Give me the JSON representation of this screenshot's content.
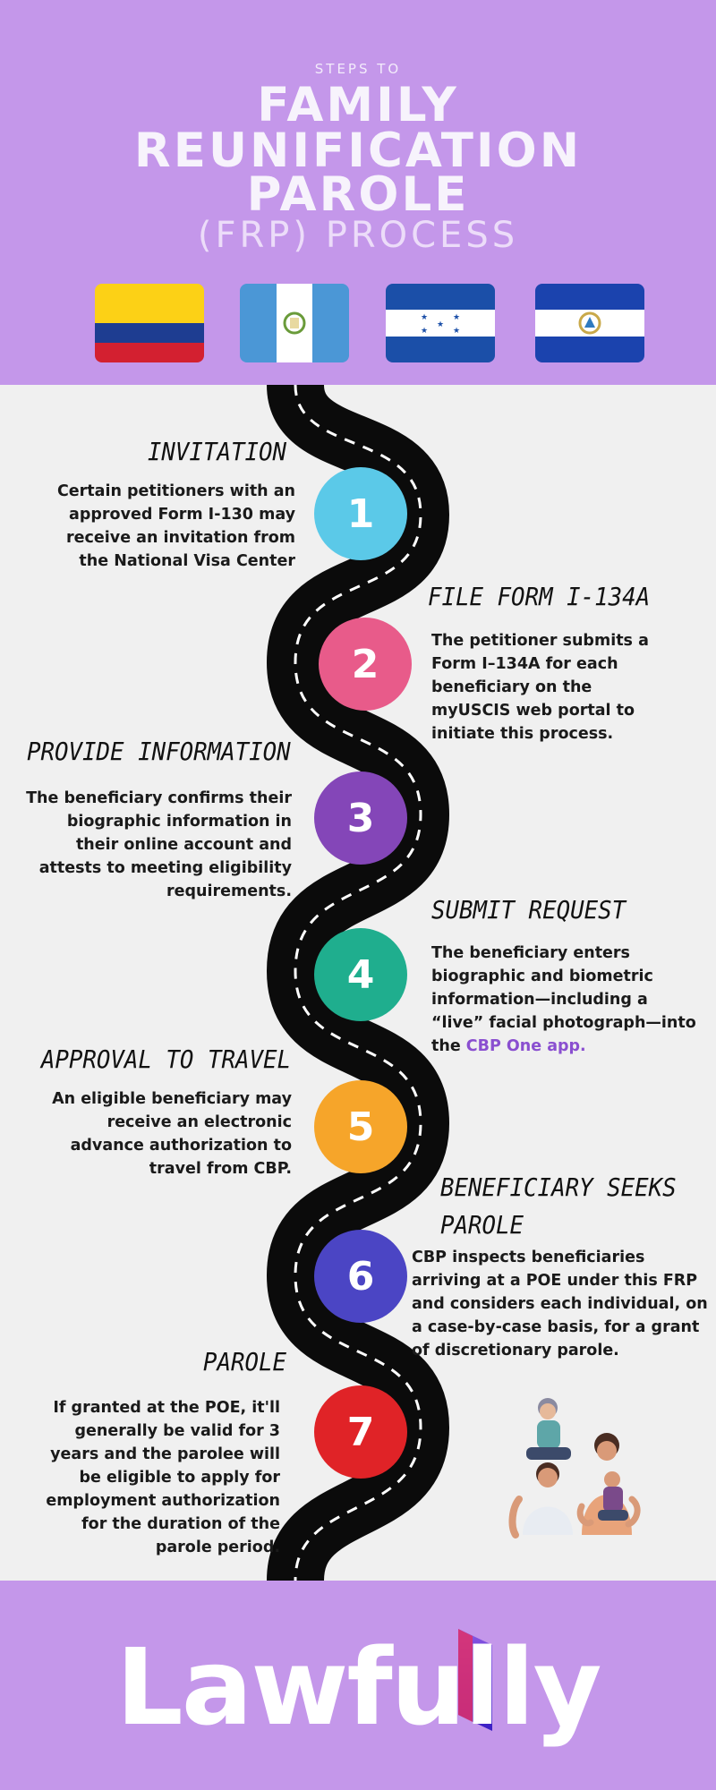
{
  "header": {
    "kicker": "STEPS TO",
    "title_lines": [
      "FAMILY",
      "REUNIFICATION",
      "PAROLE"
    ],
    "subtitle": "(FRP) PROCESS",
    "background": "#c497ea"
  },
  "flags": [
    {
      "name": "colombia-flag"
    },
    {
      "name": "guatemala-flag"
    },
    {
      "name": "honduras-flag"
    },
    {
      "name": "el-salvador-flag"
    }
  ],
  "steps": [
    {
      "number": "1",
      "title": "INVITATION",
      "color": "#5bc9e8",
      "description": "Certain petitioners with an approved Form I-130 may receive an invitation from the National Visa Center"
    },
    {
      "number": "2",
      "title": "FILE FORM I-134A",
      "color": "#e85b8a",
      "description": "The petitioner submits a Form I–134A for each beneficiary on the myUSCIS web portal to initiate this process."
    },
    {
      "number": "3",
      "title": "PROVIDE INFORMATION",
      "color": "#8446b8",
      "description": "The beneficiary confirms their biographic information in their online account and attests to meeting eligibility requirements."
    },
    {
      "number": "4",
      "title": "SUBMIT REQUEST",
      "color": "#1fae8e",
      "description": "The beneficiary enters biographic and biometric information—including a “live” facial photograph—into the",
      "highlight": "CBP One app."
    },
    {
      "number": "5",
      "title": "APPROVAL TO TRAVEL",
      "color": "#f6a52a",
      "description": "An eligible beneficiary may receive an electronic advance authorization to travel from CBP."
    },
    {
      "number": "6",
      "title_lines": [
        "BENEFICIARY SEEKS",
        "PAROLE"
      ],
      "color": "#4b45c4",
      "description": "CBP inspects beneficiaries arriving at a POE under this FRP and considers each individual, on a case-by-case basis, for a grant of discretionary parole."
    },
    {
      "number": "7",
      "title": "PAROLE",
      "color": "#e02327",
      "description": "If granted at the POE, it'll generally be valid for 3 years and the parolee will be eligible to apply for employment authorization for the duration of the parole period."
    }
  ],
  "footer": {
    "logo_text": "Lawfully",
    "background": "#c497ea"
  }
}
